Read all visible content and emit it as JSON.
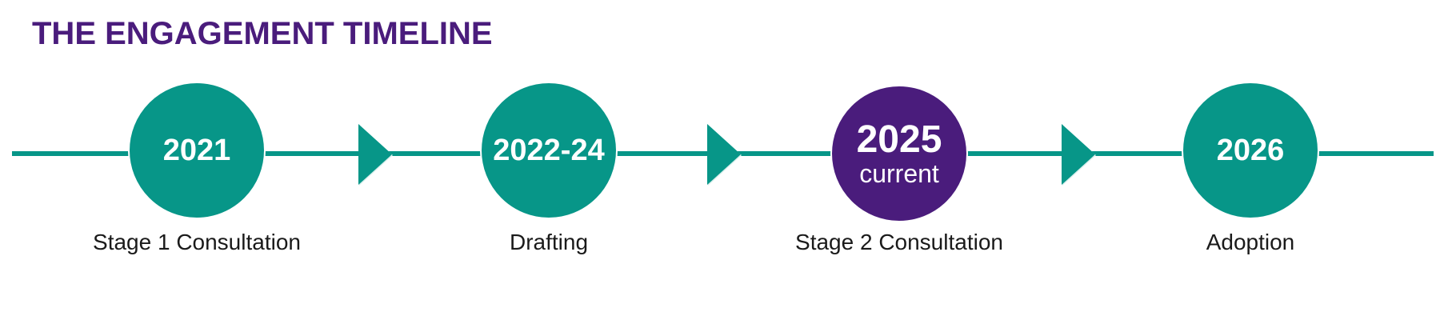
{
  "title": "THE ENGAGEMENT TIMELINE",
  "colors": {
    "teal": "#079688",
    "purple": "#4a1c7c"
  },
  "stages": [
    {
      "year": "2021",
      "label": "Stage 1 Consultation"
    },
    {
      "year": "2022-24",
      "label": "Drafting"
    },
    {
      "year": "2025",
      "sub": "current",
      "label": "Stage 2 Consultation"
    },
    {
      "year": "2026",
      "label": "Adoption"
    }
  ]
}
